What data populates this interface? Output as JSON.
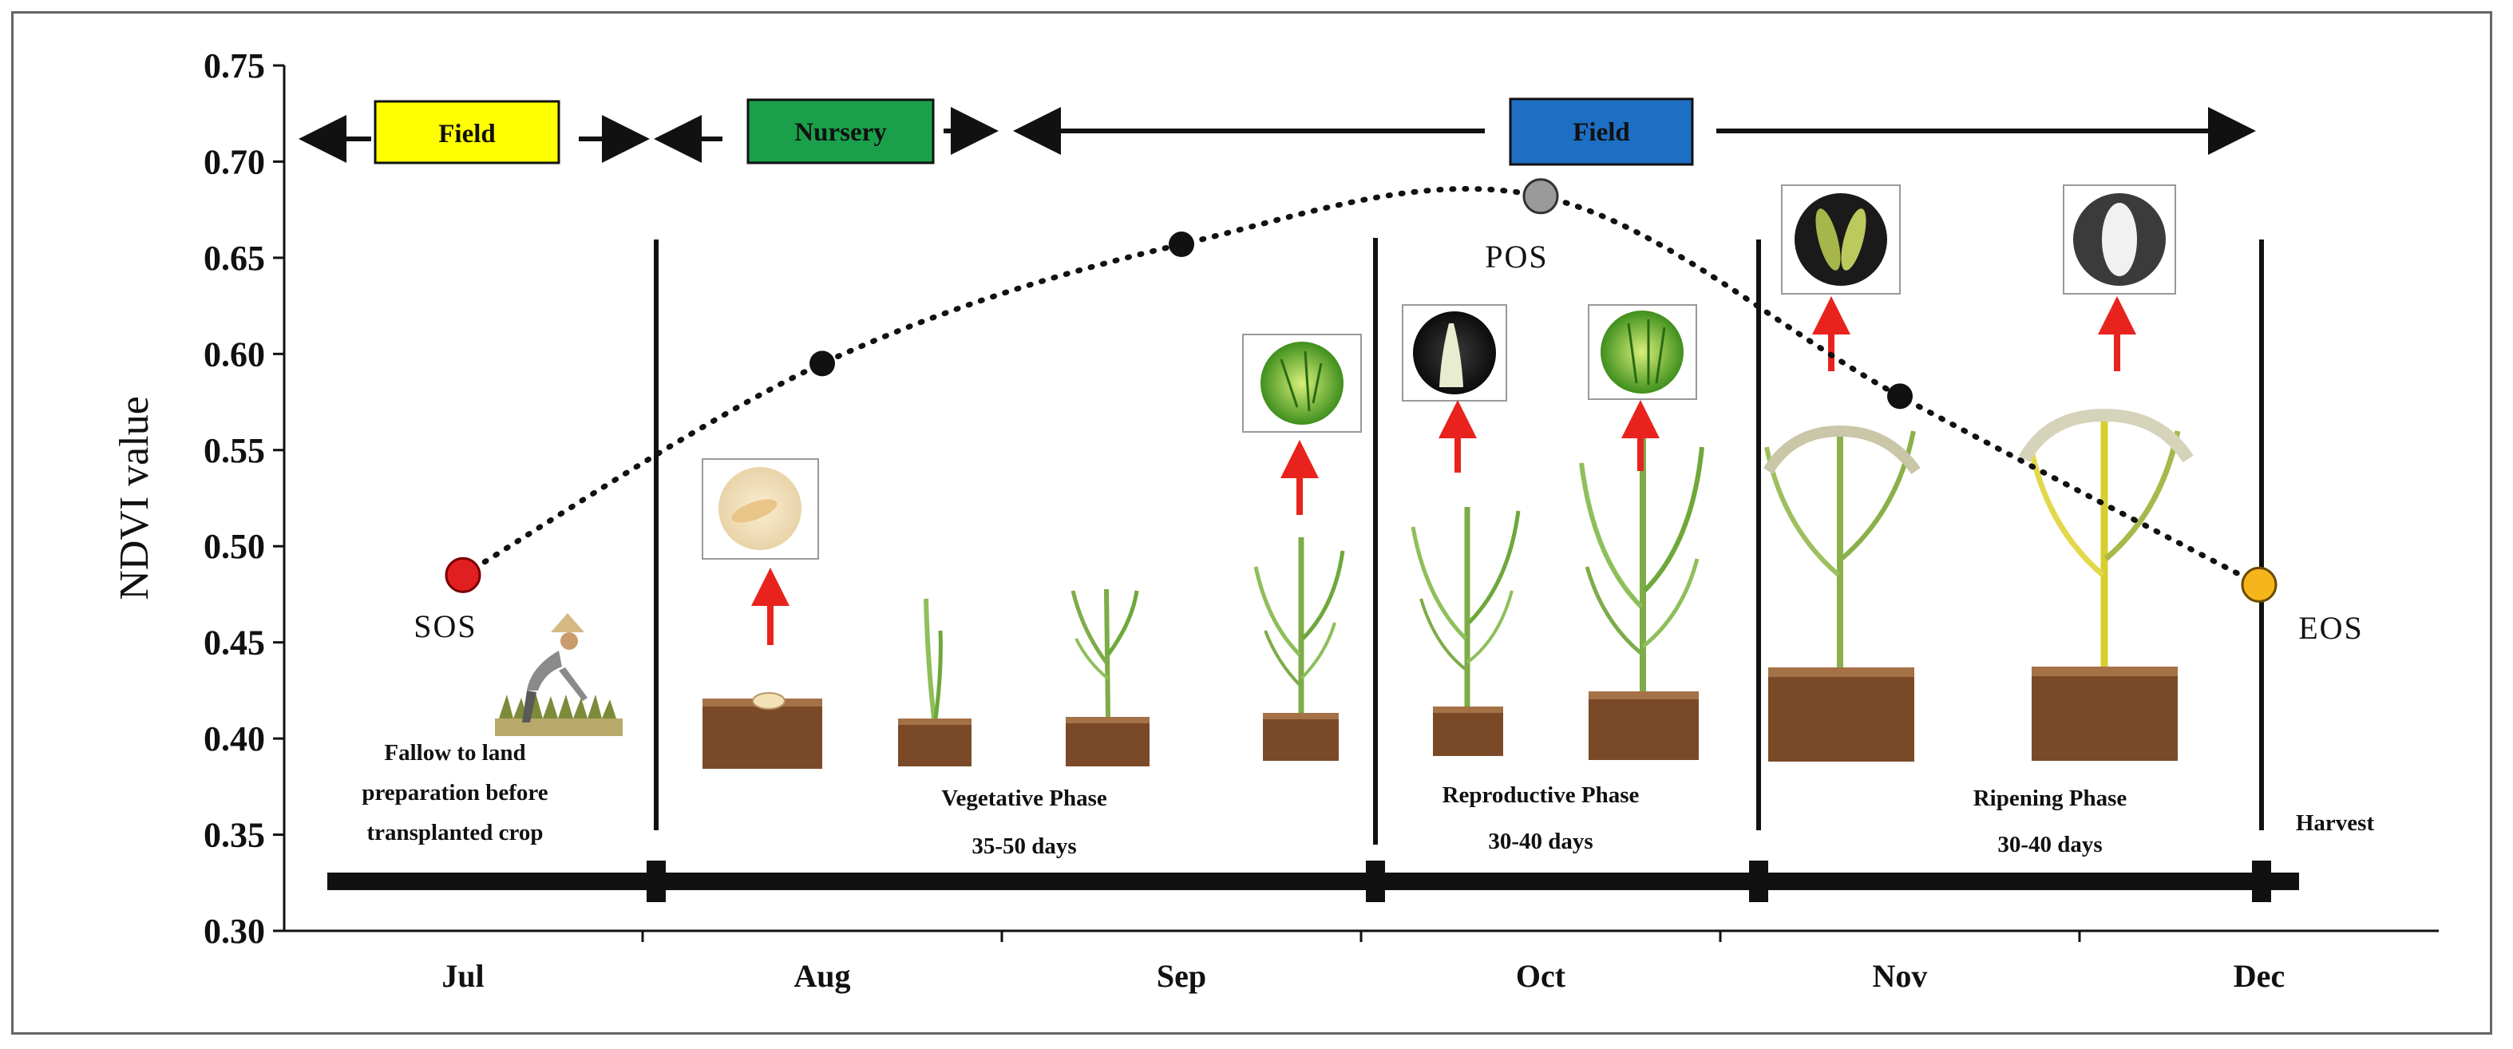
{
  "chart_data": {
    "type": "line",
    "ylabel": "NDVI value",
    "xlabel": "",
    "ylim": [
      0.3,
      0.75
    ],
    "yticks": [
      "0.30",
      "0.35",
      "0.40",
      "0.45",
      "0.50",
      "0.55",
      "0.60",
      "0.65",
      "0.70",
      "0.75"
    ],
    "categories": [
      "Jul",
      "Aug",
      "Sep",
      "Oct",
      "Nov",
      "Dec"
    ],
    "values": [
      0.485,
      0.595,
      0.657,
      0.682,
      0.578,
      0.48
    ],
    "line_style": "dotted",
    "colors": {
      "line": "#111111",
      "marker": "#111111",
      "sos": "#e02020",
      "pos": "#9a9a9a",
      "eos": "#f5b51b",
      "field_box": "#ffff00",
      "nursery_box": "#1aa04a",
      "field2_box": "#1e6fc4",
      "arrow_up": "#e8231e"
    },
    "annotations": {
      "sos": "SOS",
      "pos": "POS",
      "eos": "EOS"
    },
    "stage_boxes": {
      "field_1": "Field",
      "nursery": "Nursery",
      "field_2": "Field"
    },
    "phases": {
      "fallow_line1": "Fallow to land",
      "fallow_line2": "preparation before",
      "fallow_line3": "transplanted crop",
      "vegetative": "Vegetative Phase",
      "vegetative_days": "35-50 days",
      "reproductive": "Reproductive Phase",
      "reproductive_days": "30-40 days",
      "ripening": "Ripening Phase",
      "ripening_days": "30-40 days",
      "harvest": "Harvest"
    },
    "icons": [
      "farmer-icon",
      "rice-seed-icon",
      "seedling-icon",
      "tillering-plant-icon",
      "leaf-closeup-icon",
      "panicle-initiation-icon",
      "flowering-plant-icon",
      "grain-closeup-icon",
      "mature-plant-icon",
      "ripe-grain-icon"
    ],
    "grid": false,
    "legend": "none"
  }
}
